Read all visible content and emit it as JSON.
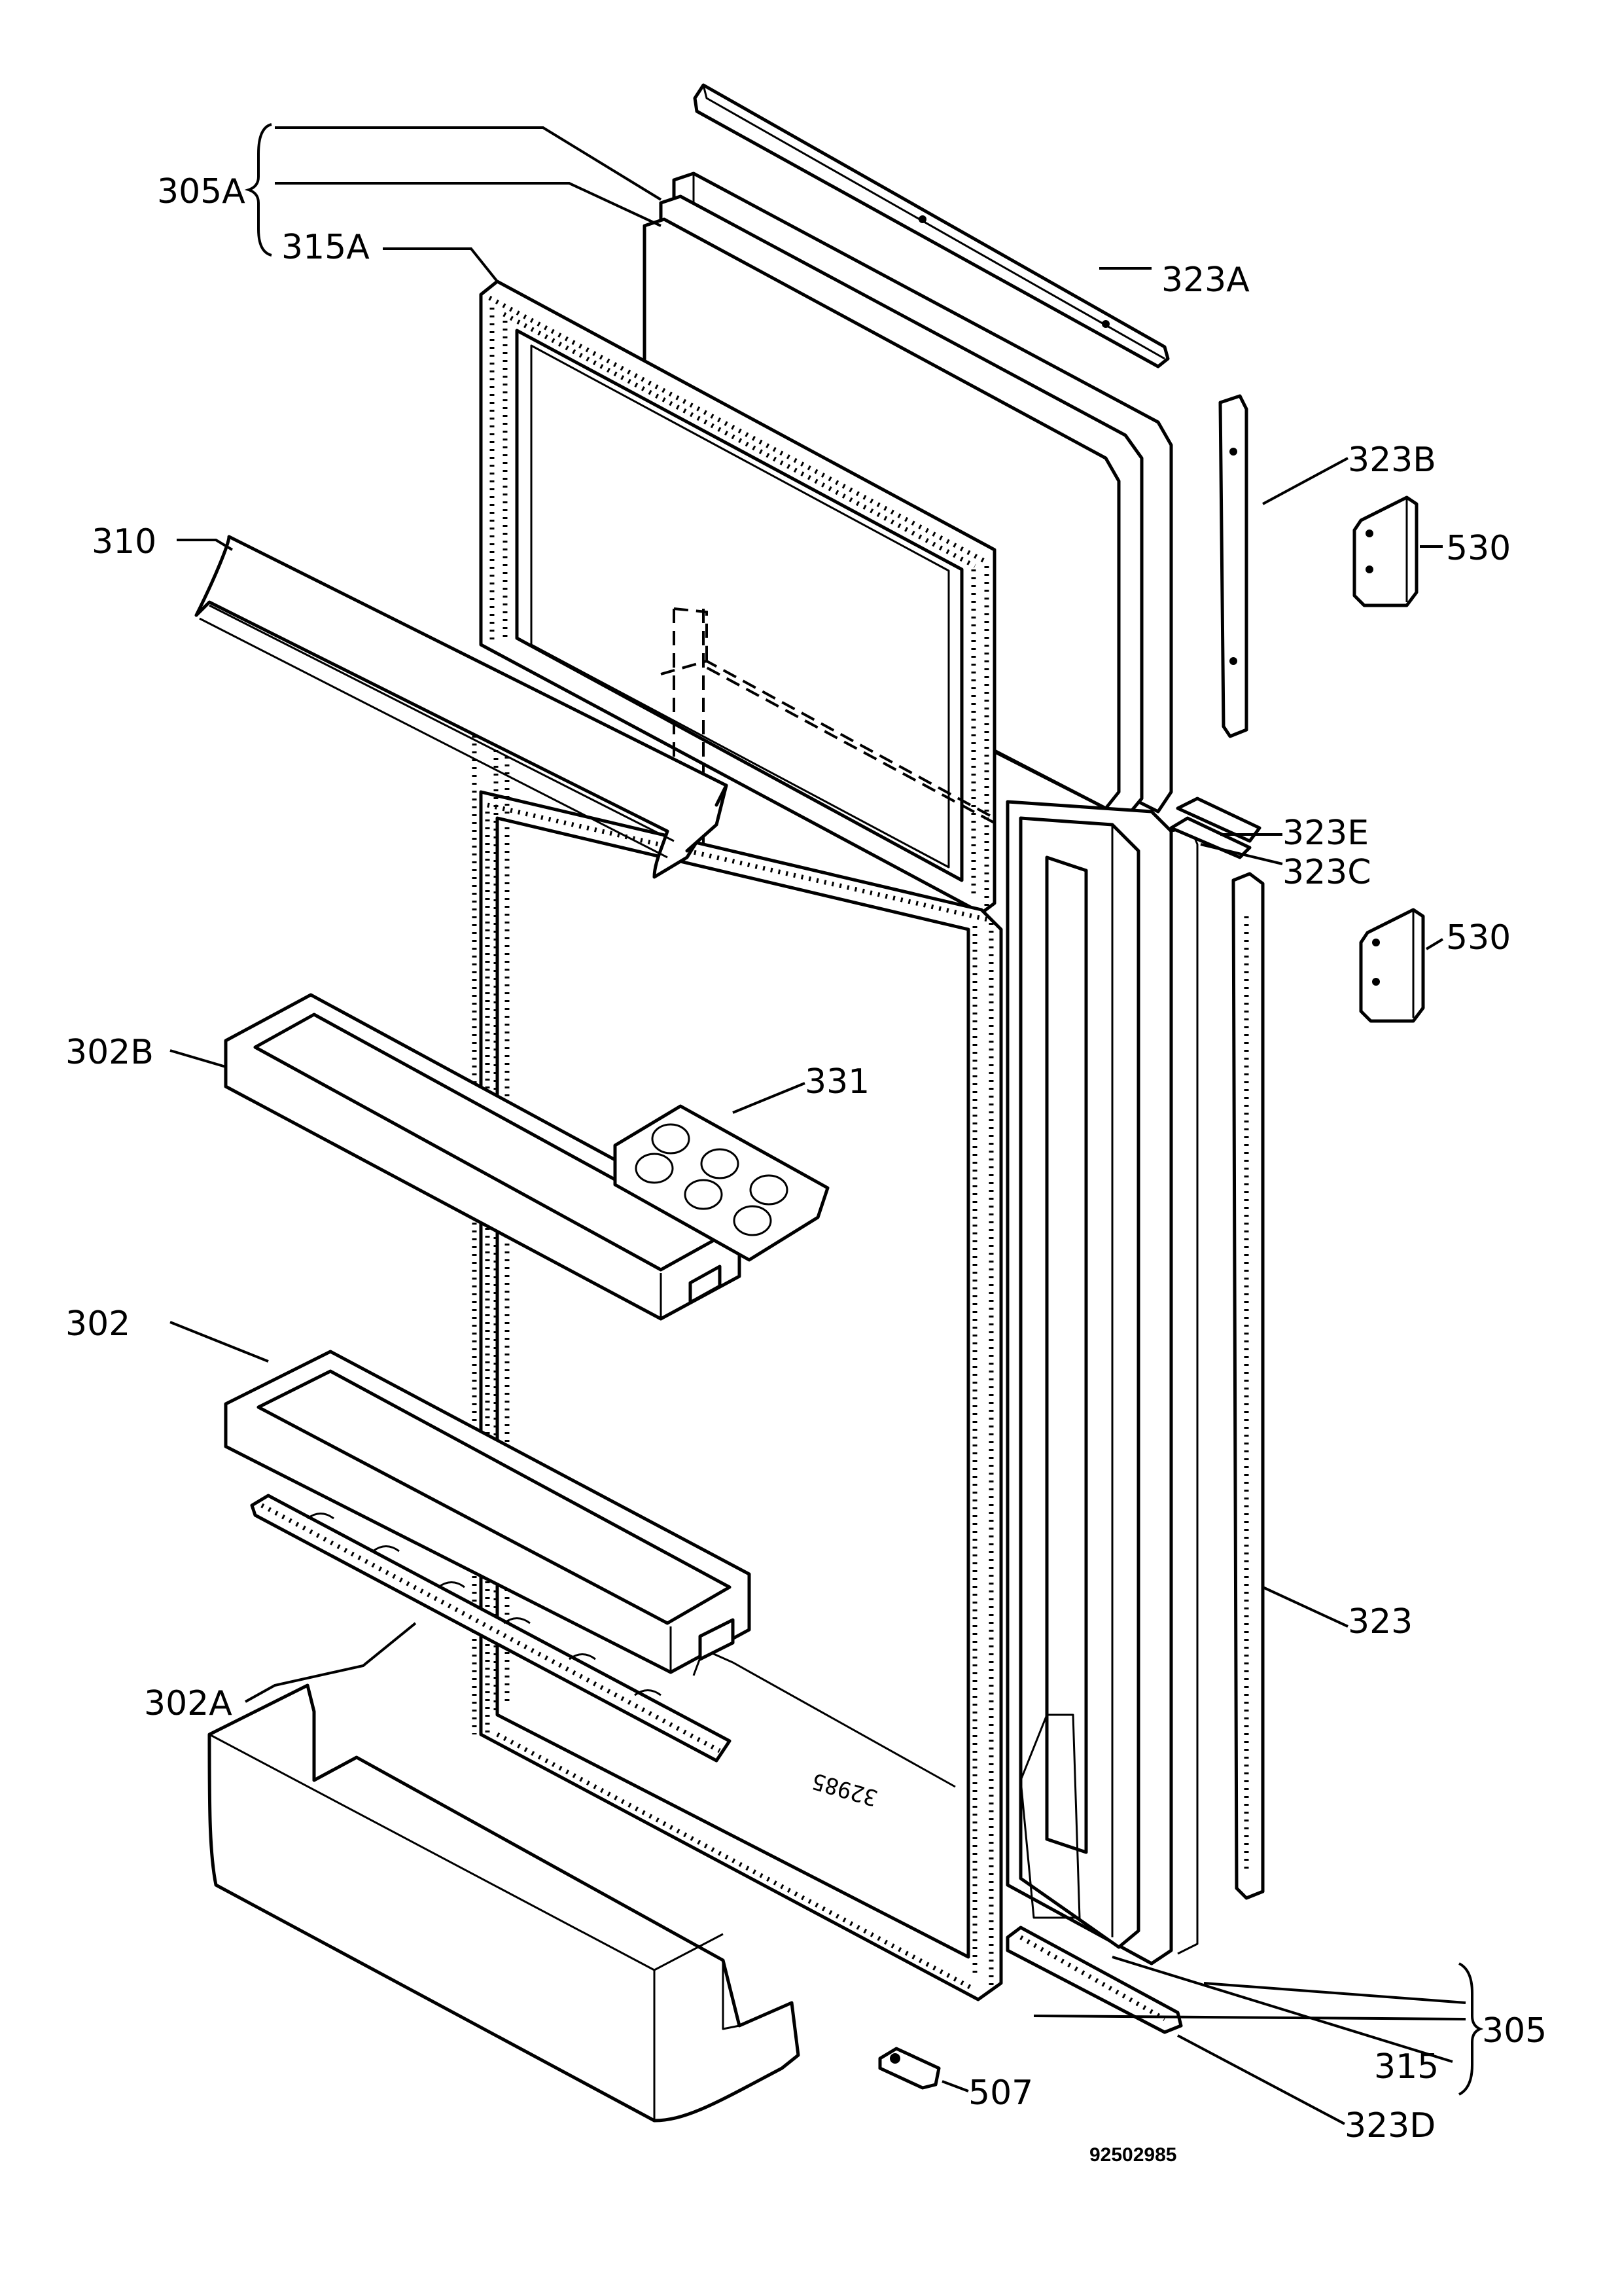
{
  "labels": {
    "l305A": "305A",
    "l315A": "315A",
    "l323A": "323A",
    "l323B": "323B",
    "l530a": "530",
    "l310": "310",
    "l323E": "323E",
    "l323C": "323C",
    "l530b": "530",
    "l302B": "302B",
    "l331": "331",
    "l302": "302",
    "l323": "323",
    "l302A": "302A",
    "l305": "305",
    "l315": "315",
    "l507": "507",
    "l323D": "323D"
  },
  "drawing_number": "92502985",
  "mold_text": "32985"
}
